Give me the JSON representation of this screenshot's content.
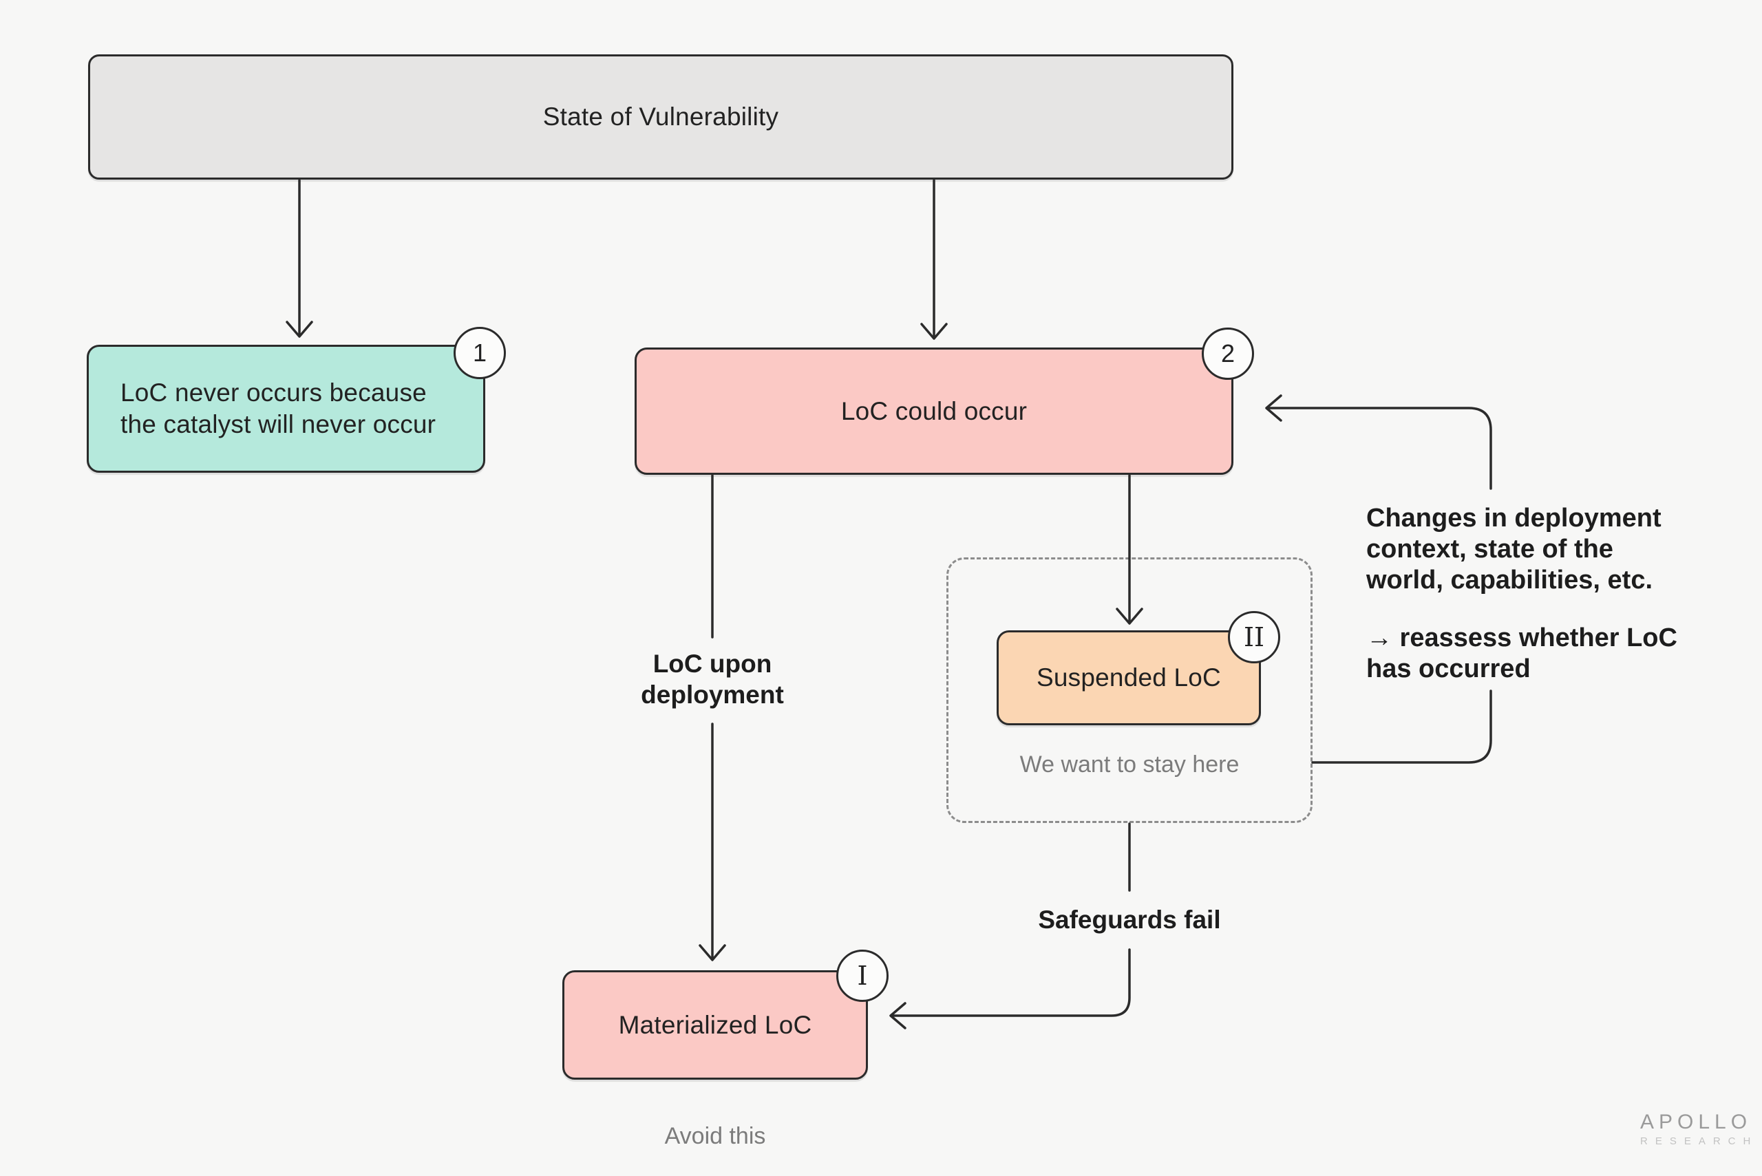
{
  "diagram": {
    "title": "State of Vulnerability flowchart",
    "colors": {
      "background": "#f7f7f6",
      "stroke": "#2b2b2b",
      "dashed_border": "#8c8c8c",
      "gray_fill": "#e6e5e4",
      "teal_fill": "#b5e9dc",
      "pink_fill": "#fbc9c5",
      "orange_fill": "#fbd6b3",
      "muted_text": "#7b7b7b"
    },
    "nodes": {
      "state_of_vulnerability": {
        "label": "State of Vulnerability"
      },
      "loc_never_occurs": {
        "label": "LoC never occurs because\nthe catalyst will never occur",
        "badge": "1"
      },
      "loc_could_occur": {
        "label": "LoC could occur",
        "badge": "2"
      },
      "suspended_loc": {
        "label": "Suspended LoC",
        "badge": "II"
      },
      "materialized_loc": {
        "label": "Materialized LoC",
        "badge": "I"
      }
    },
    "annotations": {
      "loc_upon_deployment": "LoC upon\ndeployment",
      "safeguards_fail": "Safeguards fail",
      "we_want_to_stay_here": "We want to stay here",
      "avoid_this": "Avoid this",
      "changes_note": "Changes in deployment\ncontext, state of the\nworld, capabilities, etc.",
      "reassess_note": "→ reassess whether LoC\nhas occurred"
    },
    "logo": {
      "line1": "APOLLO",
      "line2": "RESEARCH"
    }
  }
}
